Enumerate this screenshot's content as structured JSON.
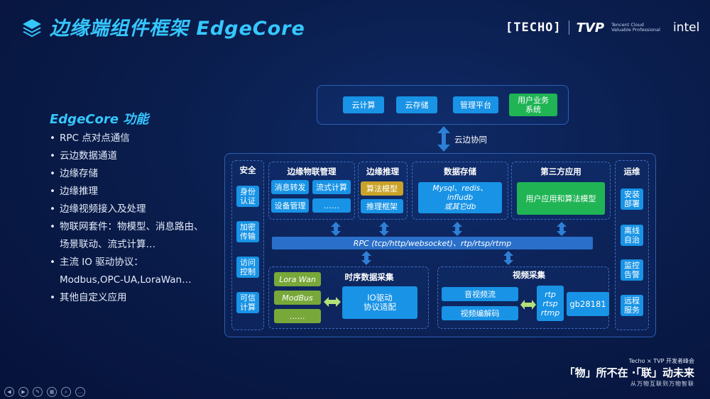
{
  "header": {
    "title": "边缘端组件框架 EdgeCore",
    "brand_techo": "[TECHO]",
    "brand_tvp": "TVP",
    "brand_tvp_sub1": "Tencent Cloud",
    "brand_tvp_sub2": "Valuable Professional",
    "brand_intel": "intel"
  },
  "features": {
    "title": "EdgeCore 功能",
    "items": [
      "RPC 点对点通信",
      "云边数据通道",
      "边缘存储",
      "边缘推理",
      "边缘视频接入及处理",
      "物联网套件：物模型、消息路由、\n场景联动、流式计算…",
      "主流 IO 驱动协议：\nModbus,OPC-UA,LoraWan…",
      "其他自定义应用"
    ]
  },
  "cloud": {
    "buttons": [
      "云计算",
      "云存储",
      "管理平台",
      "用户业务\n系统"
    ],
    "link_label": "云边协同"
  },
  "edge": {
    "security": {
      "title": "安全",
      "items": [
        "身份\n认证",
        "加密\n传输",
        "访问\n控制",
        "可信\n计算"
      ]
    },
    "ops": {
      "title": "运维",
      "items": [
        "安装\n部署",
        "离线\n自治",
        "监控\n告警",
        "远程\n服务"
      ]
    },
    "iot": {
      "title": "边缘物联管理",
      "items": [
        "消息转发",
        "流式计算",
        "设备管理",
        "……"
      ]
    },
    "inference": {
      "title": "边缘推理",
      "items": [
        "算法模型",
        "推理框架"
      ]
    },
    "storage": {
      "title": "数据存储",
      "content": "Mysql、redis、\ninfludb\n或其它db"
    },
    "third": {
      "title": "第三方应用",
      "content": "用户应用和算法模型"
    },
    "rpc": "RPC (tcp/http/websocket)、rtp/rtsp/rtmp",
    "timeseries": {
      "title": "时序数据采集",
      "protocols": [
        "Lora Wan",
        "ModBus",
        "……"
      ],
      "driver": "IO驱动\n协议适配"
    },
    "video": {
      "title": "视频采集",
      "items": [
        "音视频流",
        "视频编解码"
      ],
      "protocols": "rtp\nrtsp\nrtmp",
      "gb": "gb28181"
    }
  },
  "tagline": {
    "line1": "Techo × TVP 开发者峰会",
    "line2": "「物」所不在 ·「联」动未来",
    "line3": "从万物互联到万物智联"
  },
  "colors": {
    "accent": "#35c7ff",
    "blue_button": "#1893e6",
    "green_button": "#20b455"
  }
}
